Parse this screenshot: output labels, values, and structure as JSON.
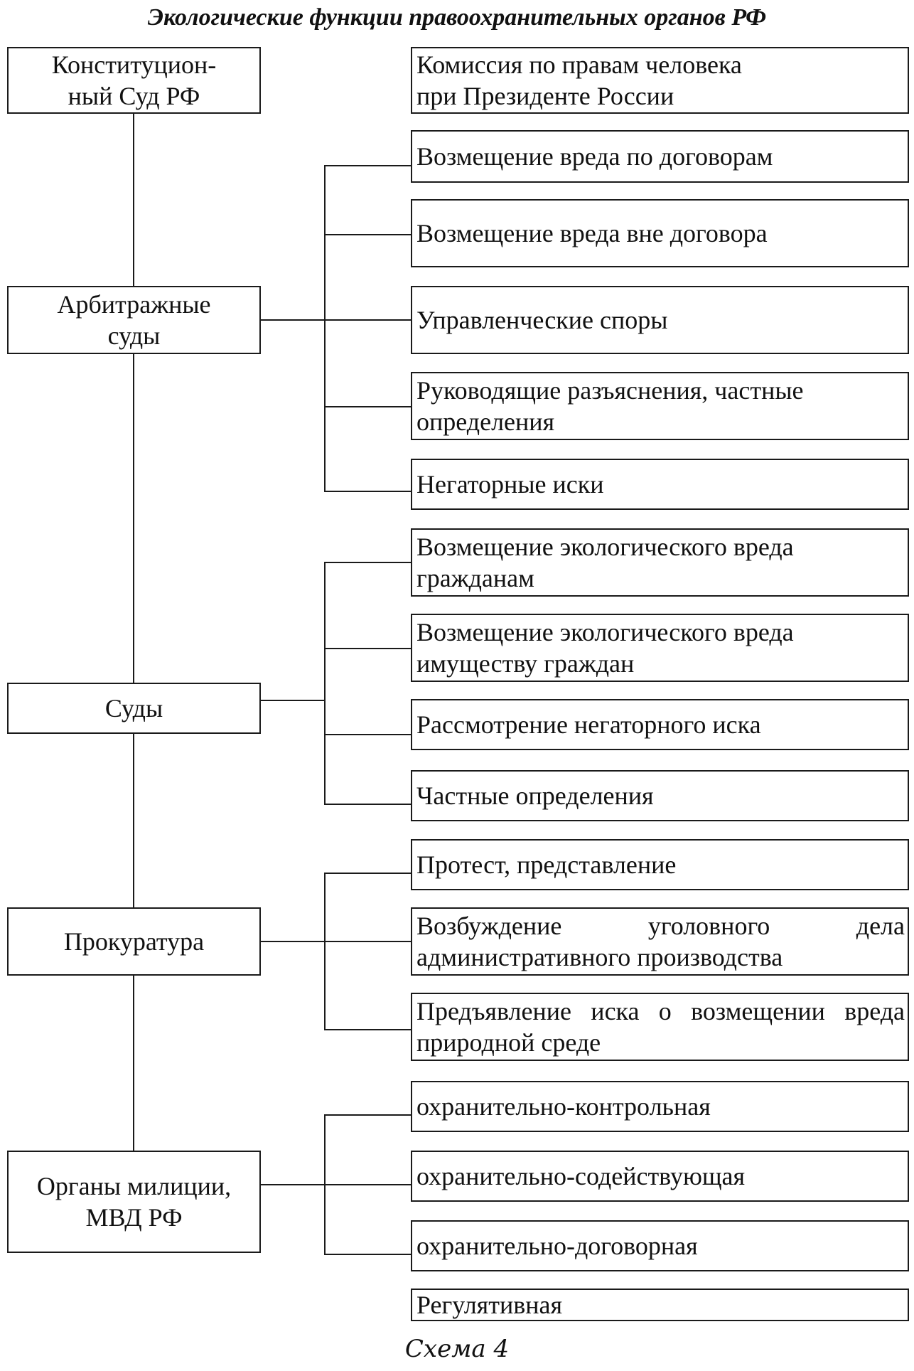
{
  "title": "Экологические функции правоохранительных органов РФ",
  "caption": "Схема 4",
  "left_nodes": [
    {
      "id": "constitutional-court",
      "label": "Конституцион-\nный Суд РФ"
    },
    {
      "id": "arbitration-courts",
      "label": "Арбитражные\nсуды"
    },
    {
      "id": "courts",
      "label": "Суды"
    },
    {
      "id": "prosecutor",
      "label": "Прокуратура"
    },
    {
      "id": "police",
      "label": "Органы милиции,\nМВД РФ"
    }
  ],
  "right_nodes": [
    {
      "id": "human-rights-commission",
      "label": "Комиссия по правам человека\nпри Президенте России"
    },
    {
      "id": "contract-damage",
      "label": "Возмещение вреда по договорам"
    },
    {
      "id": "non-contract-damage",
      "label": "Возмещение вреда вне договора"
    },
    {
      "id": "management-disputes",
      "label": "Управленческие споры"
    },
    {
      "id": "guiding-clarifications",
      "label": "Руководящие разъяснения, частные\nопределения"
    },
    {
      "id": "negatory-claims",
      "label": "Негаторные иски"
    },
    {
      "id": "eco-damage-citizens",
      "label": "Возмещение экологического вреда\nгражданам"
    },
    {
      "id": "eco-damage-property",
      "label": "Возмещение экологического вреда\nимуществу граждан"
    },
    {
      "id": "negatory-claim-review",
      "label": "Рассмотрение негаторного иска"
    },
    {
      "id": "private-rulings",
      "label": "Частные определения"
    },
    {
      "id": "protest",
      "label": "Протест, представление"
    },
    {
      "id": "criminal-case",
      "label": "Возбуждение уголовного дела административного производства"
    },
    {
      "id": "damage-claim",
      "label": "Предъявление иска о возмещении вреда природной среде"
    },
    {
      "id": "protective-control",
      "label": "охранительно-контрольная"
    },
    {
      "id": "protective-assistance",
      "label": "охранительно-содействующая"
    },
    {
      "id": "protective-contract",
      "label": "охранительно-договорная"
    },
    {
      "id": "regulatory",
      "label": "Регулятивная"
    }
  ]
}
